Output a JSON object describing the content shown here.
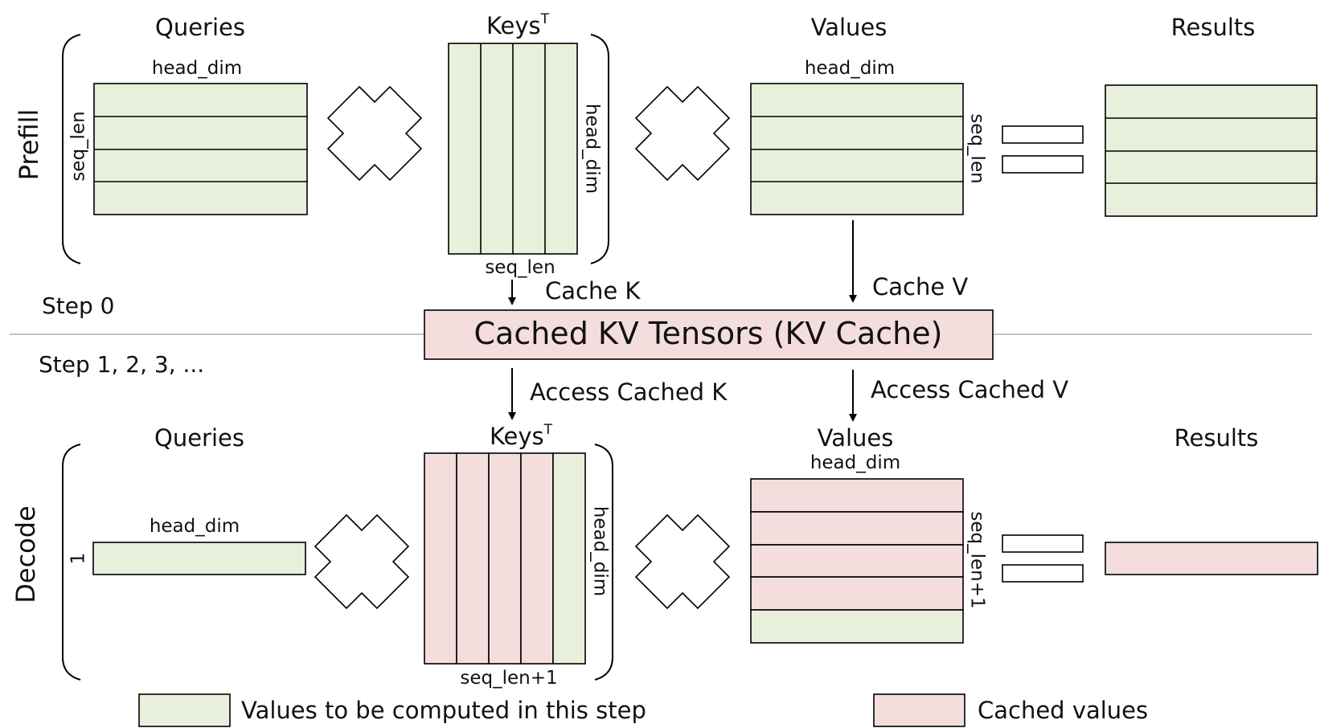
{
  "colors": {
    "computed": "#e8f0dc",
    "cached": "#f3dedd",
    "stroke": "#000000",
    "divider": "#c4c4c4"
  },
  "prefill": {
    "section_label": "Prefill",
    "queries_title": "Queries",
    "keys_title": "Keys",
    "keys_sup": "T",
    "values_title": "Values",
    "results_title": "Results",
    "queries_top_label": "head_dim",
    "queries_side_label": "seq_len",
    "keys_side_label": "head_dim",
    "keys_bottom_label": "seq_len",
    "values_top_label": "head_dim",
    "values_side_label": "seq_len",
    "step_label": "Step 0",
    "cache_k_label": "Cache K",
    "cache_v_label": "Cache V"
  },
  "cache": {
    "label": "Cached KV Tensors (KV Cache)"
  },
  "decode": {
    "section_label": "Decode",
    "step_label": "Step 1, 2, 3, ...",
    "access_k_label": "Access Cached K",
    "access_v_label": "Access Cached V",
    "queries_title": "Queries",
    "keys_title": "Keys",
    "keys_sup": "T",
    "values_title": "Values",
    "results_title": "Results",
    "queries_top_label": "head_dim",
    "queries_side_label": "1",
    "keys_side_label": "head_dim",
    "keys_bottom_label": "seq_len+1",
    "values_top_label": "head_dim",
    "values_side_label": "seq_len+1"
  },
  "legend": {
    "computed_label": "Values to be computed in this step",
    "cached_label": "Cached values"
  }
}
